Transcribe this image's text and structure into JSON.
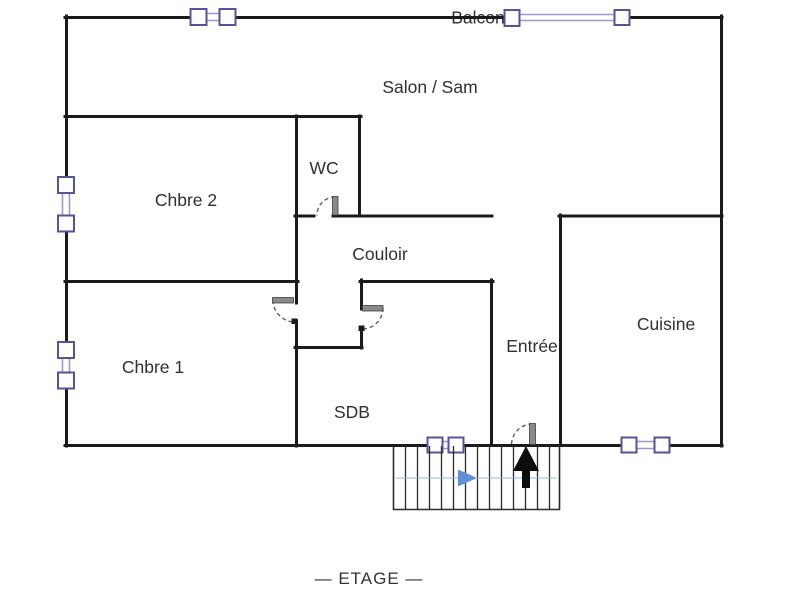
{
  "plan_title": "— ETAGE —",
  "rooms": {
    "balcon": "Balcon",
    "salon_sam": "Salon / Sam",
    "wc": "WC",
    "chambre2": "Chbre 2",
    "couloir": "Couloir",
    "chambre1": "Chbre 1",
    "sdb": "SDB",
    "entree": "Entrée",
    "cuisine": "Cuisine"
  },
  "colors": {
    "wall": "#1b1b1b",
    "window_frame": "#54549c",
    "window_rail": "#9b9bce",
    "door_leaf": "#8a8a8a",
    "swing_arc": "#5f5f5f",
    "stair_path_blue": "#6090d8",
    "up_arrow": "#0d0d0d",
    "text": "#303030",
    "background": "#ffffff"
  },
  "icons": {
    "window": "double-square-window",
    "balcony_rail": "double-line-rail",
    "door": "quarter-circle-swing-door",
    "stairs_up": "black-up-arrow",
    "stairs_direction": "blue-right-arrow"
  }
}
